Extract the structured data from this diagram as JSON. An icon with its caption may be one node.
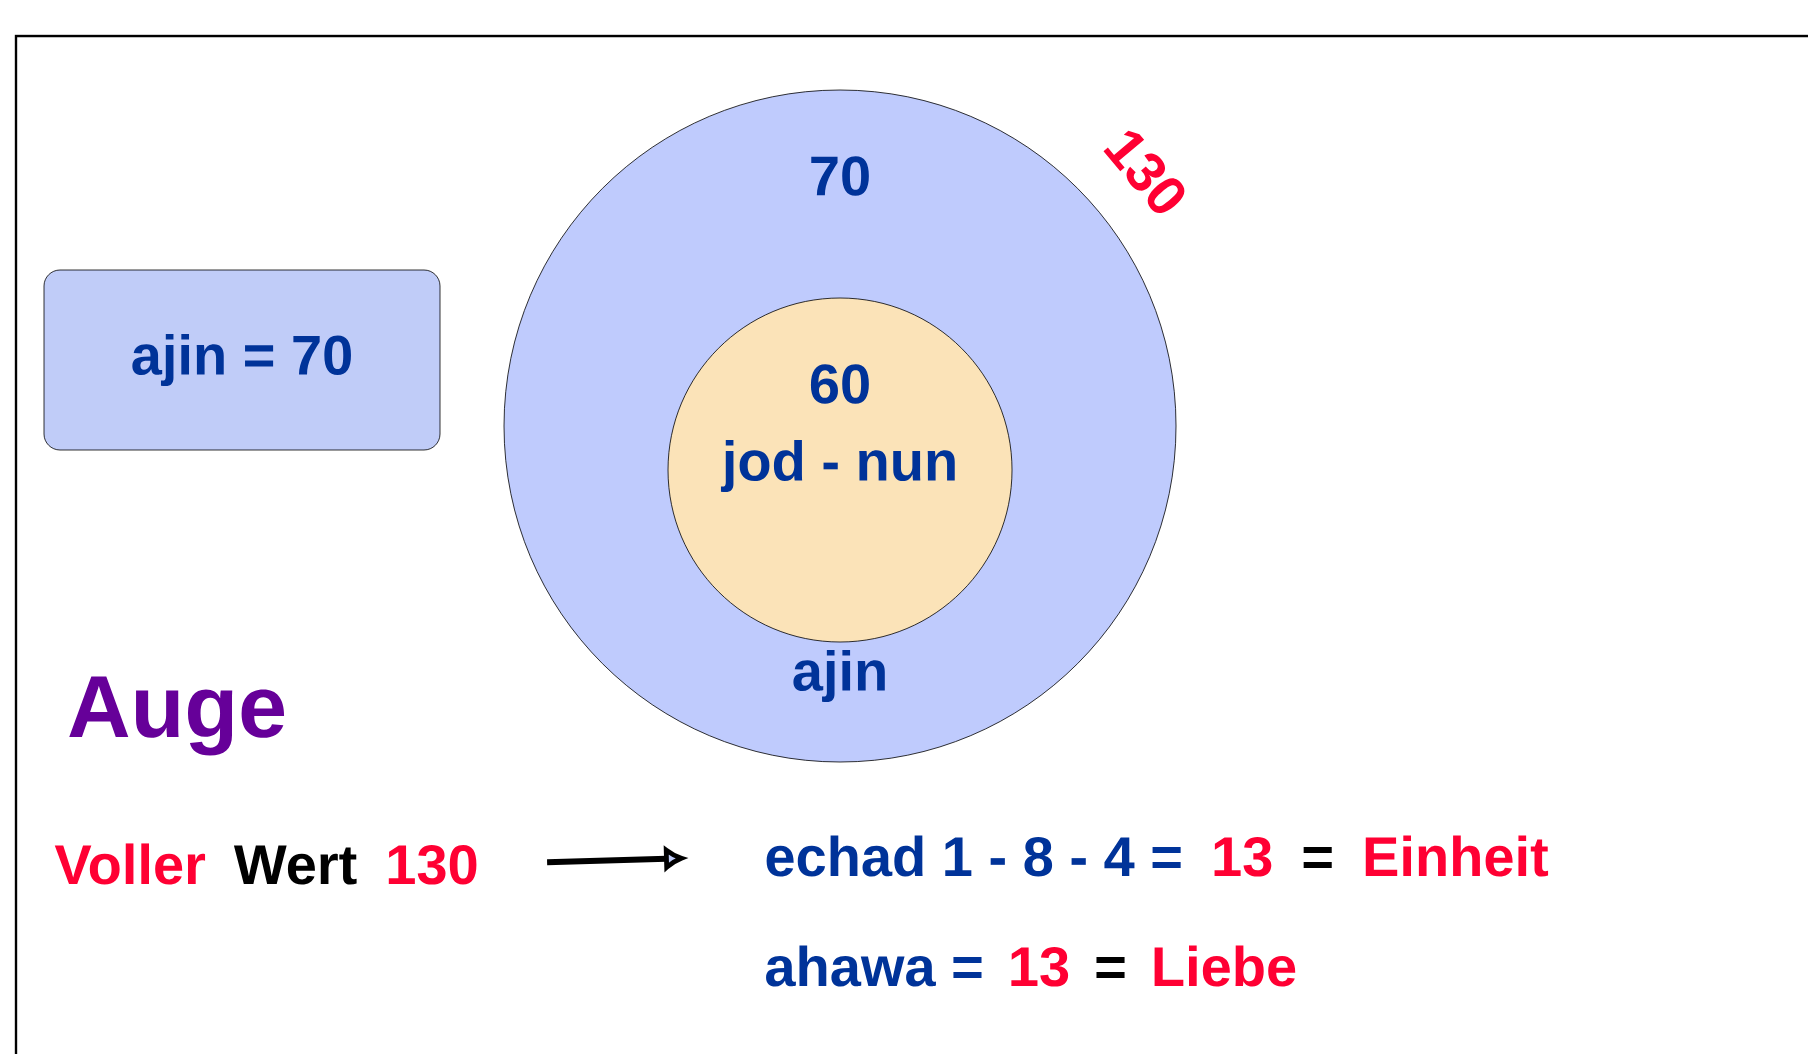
{
  "diagram": {
    "nodes": [
      {
        "text": [
          "ajin  =  70"
        ]
      },
      {
        "text": [
          "70",
          "ajin"
        ],
        "beside": [
          "130"
        ]
      },
      {
        "text": [
          "60",
          "jod - nun"
        ],
        "in": 1
      },
      {
        "text": [
          "Voller",
          "Wert",
          "130"
        ]
      },
      {
        "text": [
          "echad  1  -  8  -  4  =",
          "13",
          "=",
          "Einheit"
        ]
      }
    ],
    "edges": [
      {
        "from": 3,
        "to": 4,
        "arrow": "to"
      }
    ],
    "labels": [
      "Auge",
      "ahawa  =",
      "13",
      "=",
      "Liebe"
    ]
  }
}
